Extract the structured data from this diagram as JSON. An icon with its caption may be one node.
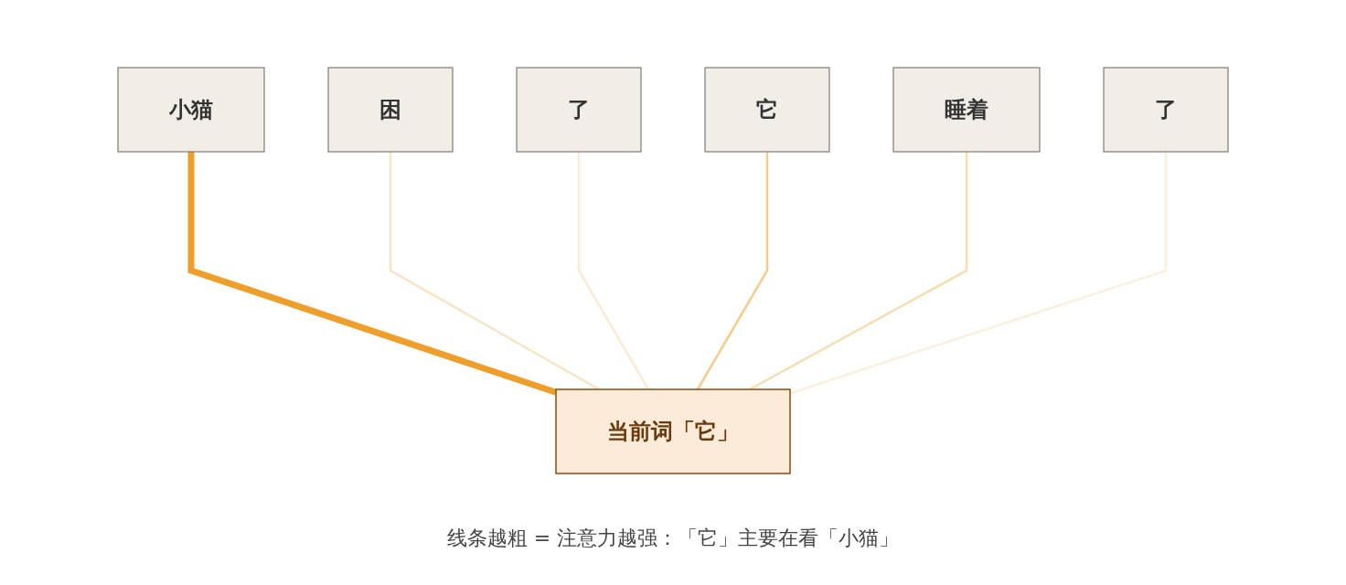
{
  "diagram": {
    "caption": "线条越粗 = 注意力越强：「它」主要在看「小猫」",
    "nodes": [
      {
        "text": [
          "小猫"
        ]
      },
      {
        "text": [
          "困"
        ]
      },
      {
        "text": [
          "了"
        ]
      },
      {
        "text": [
          "它"
        ]
      },
      {
        "text": [
          "睡着"
        ]
      },
      {
        "text": [
          "了"
        ]
      },
      {
        "text": [
          "当前词「它」"
        ]
      }
    ],
    "edges": [
      {
        "from": 0,
        "to": 6,
        "arrow": "none",
        "style": "thick",
        "color": "#ee9e2a"
      },
      {
        "from": 1,
        "to": 6,
        "arrow": "none",
        "color": "#f8e4c4"
      },
      {
        "from": 2,
        "to": 6,
        "arrow": "none",
        "color": "#fbebd3"
      },
      {
        "from": 3,
        "to": 6,
        "arrow": "none",
        "color": "#f5cc8c"
      },
      {
        "from": 4,
        "to": 6,
        "arrow": "none",
        "color": "#f7dcb0"
      },
      {
        "from": 5,
        "to": 6,
        "arrow": "none",
        "color": "#fcf0dc"
      }
    ]
  }
}
